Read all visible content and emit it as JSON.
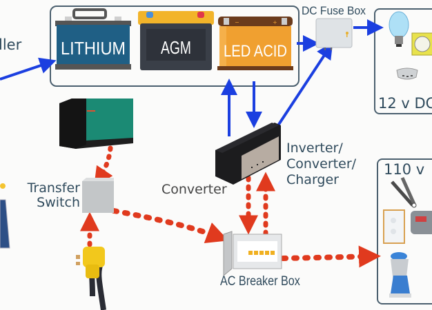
{
  "labels": {
    "controller_partial": "ller",
    "dc_fuse_box": "DC Fuse Box",
    "dc_group": "12 v DC",
    "ac_group": "110 v",
    "transfer_switch_line1": "Transfer",
    "transfer_switch_line2": "Switch",
    "converter": "Converter",
    "inverter_line1": "Inverter/",
    "inverter_line2": "Converter/",
    "inverter_line3": "Charger",
    "ac_breaker_box": "AC Breaker Box"
  },
  "batteries": [
    {
      "label": "LITHIUM",
      "color": "#1f5f85"
    },
    {
      "label": "AGM",
      "color": "#3a3f48"
    },
    {
      "label": "LED ACID",
      "color": "#f0a030"
    }
  ],
  "colors": {
    "dc_wire": "#1b3fe0",
    "ac_wire": "#e03a1e",
    "label_text": "#2f4a5c",
    "group_border": "#4a5f6e"
  },
  "dc_devices": [
    "light-bulb",
    "vent-fan",
    "smoke-detector"
  ],
  "ac_devices": [
    "hair-straightener",
    "wall-outlet",
    "rice-cooker",
    "coffee-maker"
  ]
}
